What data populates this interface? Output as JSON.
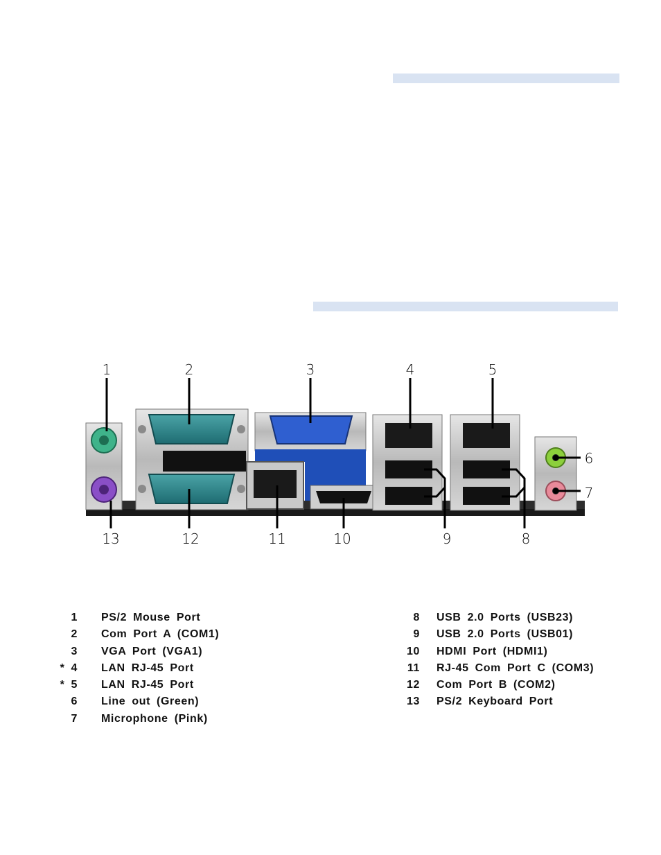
{
  "callouts": {
    "c1": "1",
    "c2": "2",
    "c3": "3",
    "c4": "4",
    "c5": "5",
    "c6": "6",
    "c7": "7",
    "c8": "8",
    "c9": "9",
    "c10": "10",
    "c11": "11",
    "c12": "12",
    "c13": "13"
  },
  "legend": {
    "left": [
      {
        "num": "1",
        "label": "PS/2 Mouse Port"
      },
      {
        "num": "2",
        "label": "Com Port A (COM1)"
      },
      {
        "num": "3",
        "label": "VGA Port (VGA1)"
      },
      {
        "num": "* 4",
        "label": "LAN RJ-45 Port"
      },
      {
        "num": "* 5",
        "label": "LAN RJ-45 Port"
      },
      {
        "num": "6",
        "label": "Line out (Green)"
      },
      {
        "num": "7",
        "label": "Microphone (Pink)"
      }
    ],
    "right": [
      {
        "num": "8",
        "label": "USB 2.0 Ports (USB23)"
      },
      {
        "num": "9",
        "label": "USB 2.0 Ports (USB01)"
      },
      {
        "num": "10",
        "label": "HDMI Port (HDMI1)"
      },
      {
        "num": "11",
        "label": "RJ-45 Com Port C (COM3)"
      },
      {
        "num": "12",
        "label": "Com Port B (COM2)"
      },
      {
        "num": "13",
        "label": "PS/2 Keyboard Port"
      }
    ]
  },
  "colors": {
    "header_bar": "#d9e3f2",
    "ps2_mouse": "#3fb38a",
    "ps2_keyboard": "#8a4fc7",
    "vga": "#2f5fd0",
    "line_out": "#8ccf3c",
    "mic": "#e88a9a",
    "serial": "#2f8a8f"
  }
}
